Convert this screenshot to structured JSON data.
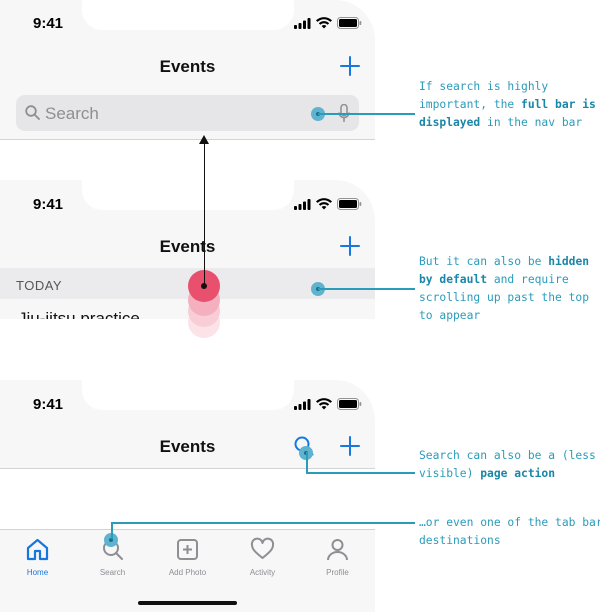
{
  "status_time": "9:41",
  "screen_title": "Events",
  "search": {
    "placeholder": "Search"
  },
  "section_header": "TODAY",
  "event_row": "Jiu-jitsu practice",
  "tabs": [
    {
      "label": "Home",
      "icon": "home-icon",
      "active": true
    },
    {
      "label": "Search",
      "icon": "search-icon",
      "active": false
    },
    {
      "label": "Add Photo",
      "icon": "add-photo-icon",
      "active": false
    },
    {
      "label": "Activity",
      "icon": "heart-icon",
      "active": false
    },
    {
      "label": "Profile",
      "icon": "person-icon",
      "active": false
    }
  ],
  "annotations": {
    "full_bar": {
      "p1": "If search is highly important, the ",
      "b1": "full bar is displayed",
      "p2": " in the nav bar"
    },
    "hidden": {
      "p1": "But it can also be ",
      "b1": "hidden by default",
      "p2": " and require scrolling up past the top to appear"
    },
    "page_action": {
      "p1": "Search can also be a (less visible) ",
      "b1": "page action",
      "p2": ""
    },
    "tab_dest": {
      "p1": "…or even one of the tab bar destinations"
    }
  },
  "colors": {
    "accent": "#1677e0",
    "annotation": "#2a9cba",
    "scroll_indicator": "#e8506e"
  }
}
